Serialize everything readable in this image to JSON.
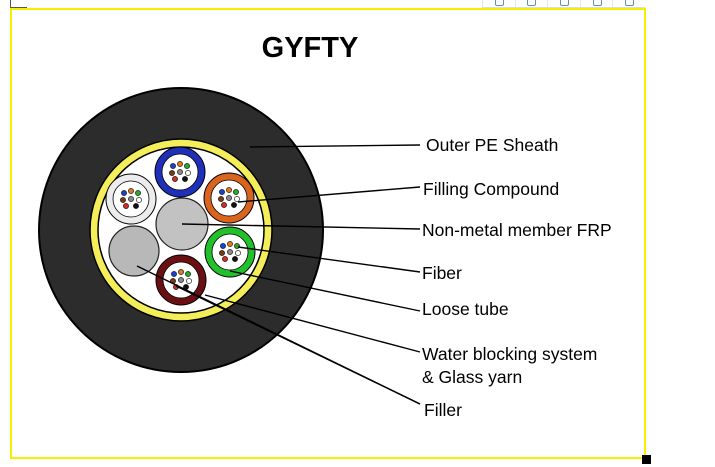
{
  "diagram": {
    "title": "GYFTY",
    "labels": [
      {
        "id": "outer-pe-sheath",
        "lines": [
          "Outer PE Sheath"
        ]
      },
      {
        "id": "filling-compound",
        "lines": [
          "Filling Compound"
        ]
      },
      {
        "id": "non-metal-member-frp",
        "lines": [
          "Non-metal member FRP"
        ]
      },
      {
        "id": "fiber",
        "lines": [
          "Fiber"
        ]
      },
      {
        "id": "loose-tube",
        "lines": [
          "Loose tube"
        ]
      },
      {
        "id": "water-blocking",
        "lines": [
          "Water blocking system",
          "& Glass yarn"
        ]
      },
      {
        "id": "filler",
        "lines": [
          "Filler"
        ]
      }
    ],
    "colors": {
      "frame": "#f4f000",
      "outer_sheath": "#2c2c2c",
      "glass_yarn": "#f3ee5a",
      "core_bg": "#ffffff",
      "tube_blue": "#1f2fb8",
      "tube_orange": "#d9641e",
      "tube_green": "#22c02a",
      "tube_brown": "#6a0f12",
      "tube_white": "#f4f4f4",
      "central_member": "#bdbdbd",
      "filler": "#b8b8b8"
    }
  }
}
